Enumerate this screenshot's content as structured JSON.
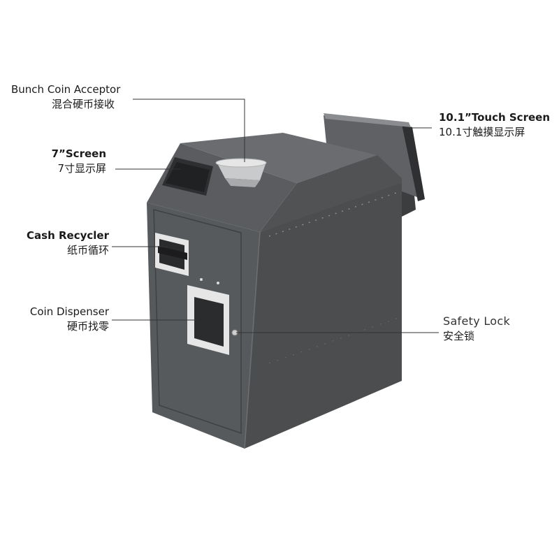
{
  "colors": {
    "body_front": "#555759",
    "body_side": "#4a4c4e",
    "body_top": "#6b6d70",
    "frame_white": "#e8e8e8",
    "screen": "#2a2b2d",
    "leader_line": "#333333"
  },
  "callouts": [
    {
      "id": "bunch-coin-acceptor",
      "en": "Bunch Coin Acceptor",
      "cn": "混合硬币接收"
    },
    {
      "id": "screen-7",
      "en": "7”Screen",
      "cn": "7寸显示屏"
    },
    {
      "id": "cash-recycler",
      "en": "Cash Recycler",
      "cn": "纸币循环"
    },
    {
      "id": "coin-dispenser",
      "en": "Coin Dispenser",
      "cn": "硬币找零"
    },
    {
      "id": "touch-screen-10",
      "en": "10.1”Touch Screen",
      "cn": "10.1寸触摸显示屏"
    },
    {
      "id": "safety-lock",
      "en": "Safety Lock",
      "cn": "安全锁"
    }
  ]
}
